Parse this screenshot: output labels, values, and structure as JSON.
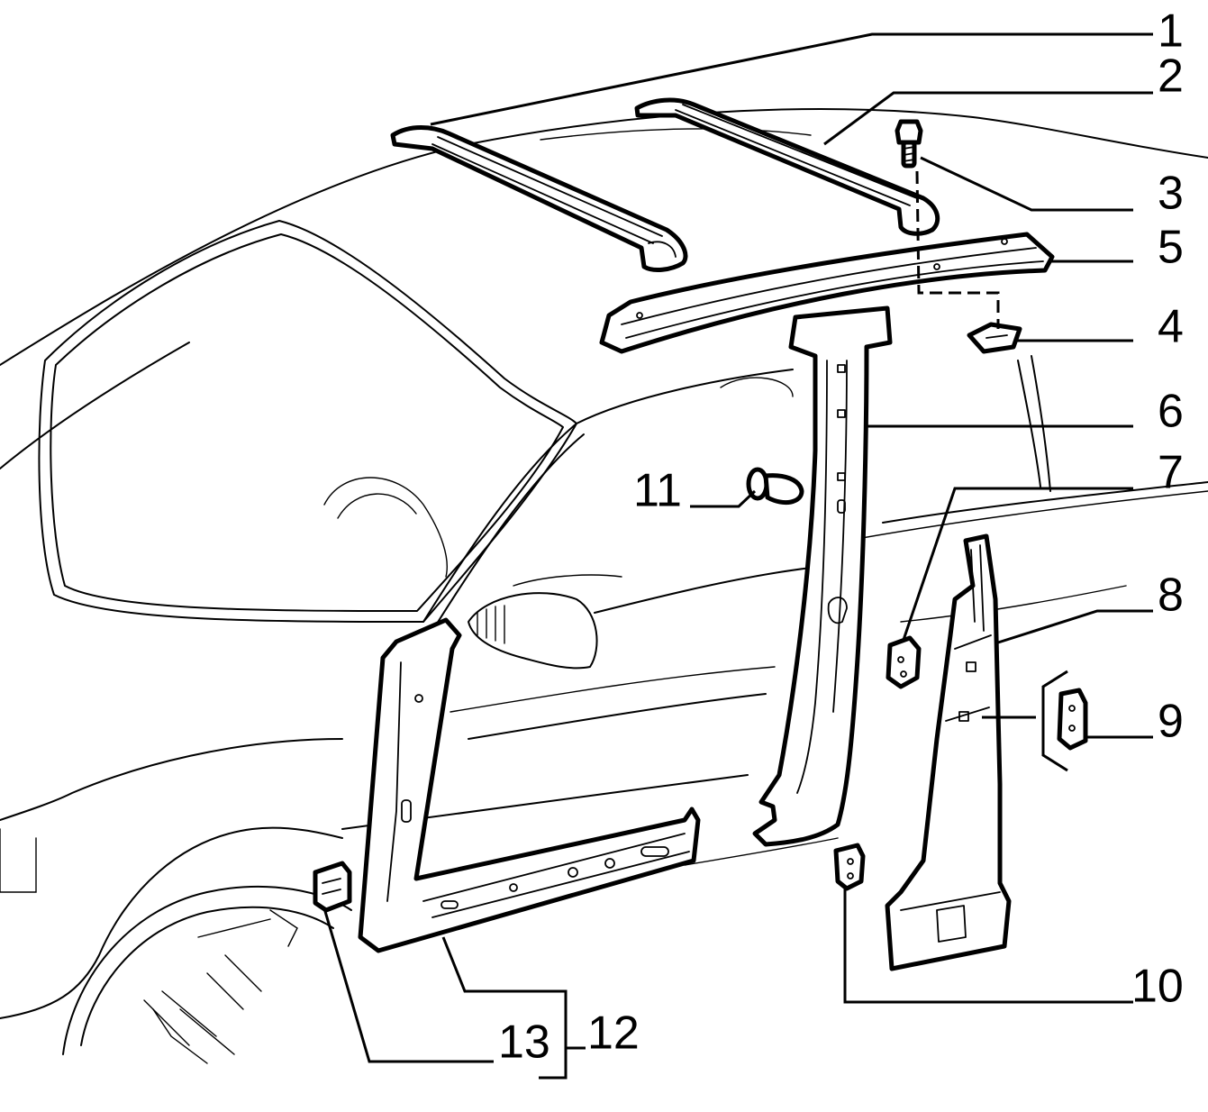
{
  "figure": {
    "kind": "exploded parts diagram",
    "background_color": "#ffffff",
    "line_color": "#000000"
  },
  "callouts": {
    "c1": "1",
    "c2": "2",
    "c3": "3",
    "c4": "4",
    "c5": "5",
    "c6": "6",
    "c7": "7",
    "c8": "8",
    "c9": "9",
    "c10": "10",
    "c11": "11",
    "c12": "12",
    "c13": "13"
  }
}
